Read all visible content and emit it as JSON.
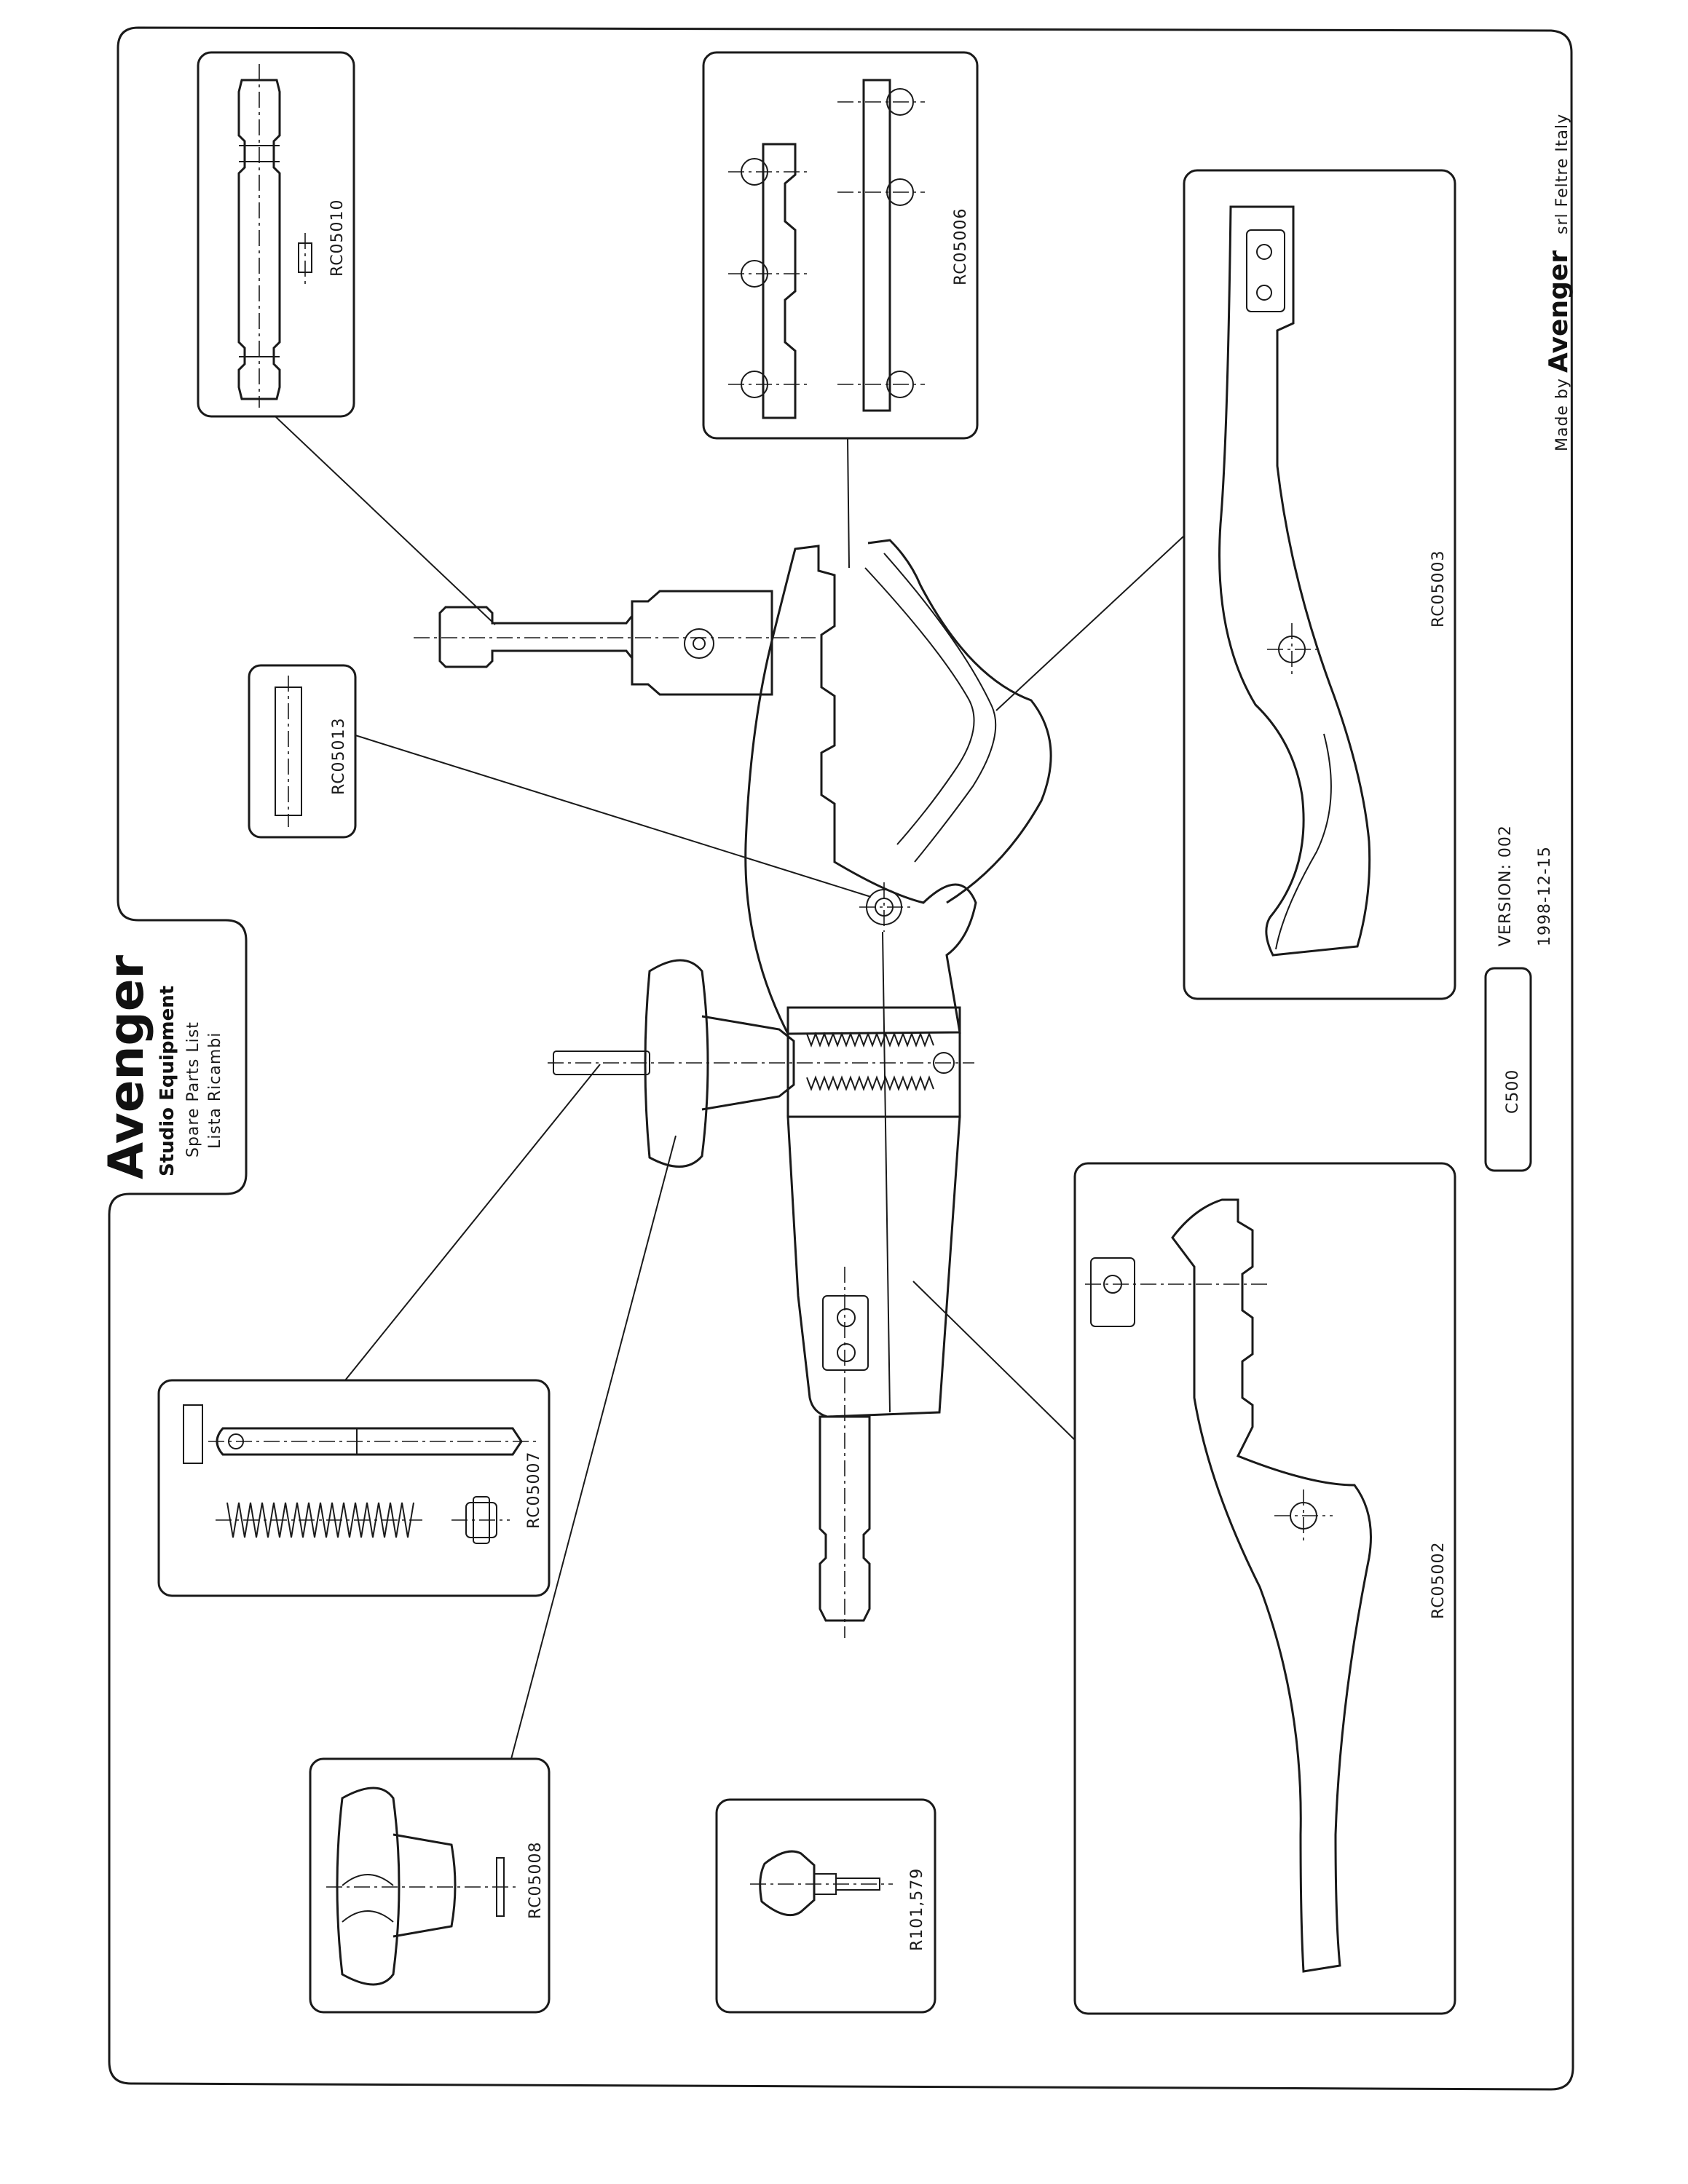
{
  "brand": {
    "name": "Avenger",
    "subtitle": "Studio Equipment",
    "line1": "Spare Parts List",
    "line2": "Lista Ricambi"
  },
  "footer": {
    "made_by_prefix": "Made by",
    "made_by_brand": "Avenger",
    "made_by_suffix": "srl  Feltre Italy"
  },
  "model": "C500",
  "version": {
    "label": "VERSION: 002",
    "date": "1998-12-15"
  },
  "parts": {
    "rc05010": "RC05010",
    "rc05006": "RC05006",
    "rc05003": "RC05003",
    "rc05013": "RC05013",
    "rc05007": "RC05007",
    "rc05008": "RC05008",
    "r101_579": "R101,579",
    "rc05002": "RC05002"
  }
}
